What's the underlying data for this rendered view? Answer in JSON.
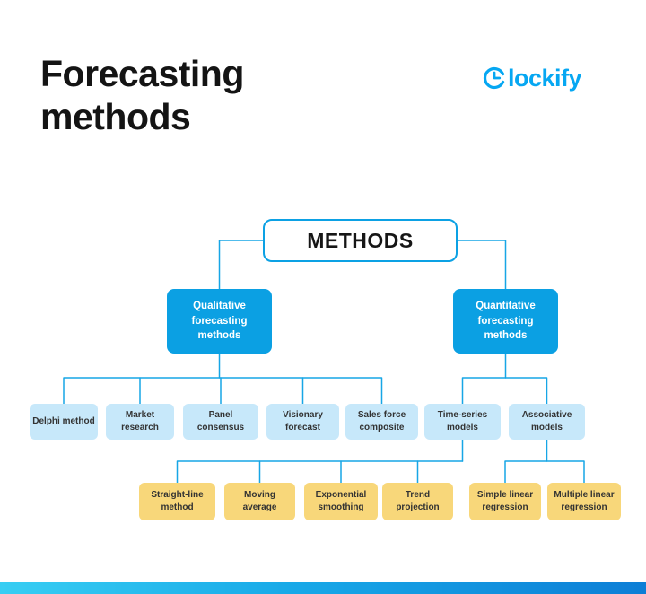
{
  "title": {
    "line1": "Forecasting",
    "line2": "methods"
  },
  "logo": {
    "wordmark": "lockify"
  },
  "colors": {
    "brand_blue": "#0ba0e3",
    "light_blue": "#c7e8fa",
    "yellow": "#f8d77a",
    "logo_blue": "#06a7f2",
    "connector_blue": "#17a6e6",
    "footer_gradient_start": "#38cef3",
    "footer_gradient_end": "#0d7ed6"
  },
  "tree": {
    "root": "METHODS",
    "branches": [
      {
        "label": "Qualitative forecasting methods"
      },
      {
        "label": "Quantitative forecasting methods"
      }
    ],
    "qualitative_children": [
      "Delphi method",
      "Market research",
      "Panel consensus",
      "Visionary forecast",
      "Sales force composite"
    ],
    "quantitative_children": [
      "Time-series models",
      "Associative models"
    ],
    "time_series_children": [
      "Straight-line method",
      "Moving average",
      "Exponential smoothing",
      "Trend projection"
    ],
    "associative_children": [
      "Simple linear regression",
      "Multiple linear regression"
    ]
  }
}
